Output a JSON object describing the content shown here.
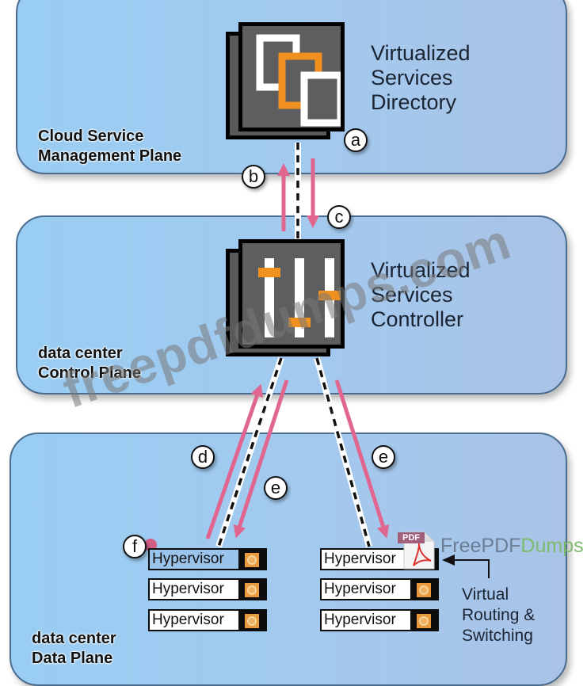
{
  "planes": {
    "management": {
      "label": "Cloud Service\nManagement Plane"
    },
    "control": {
      "label": "data center\nControl Plane"
    },
    "data": {
      "label": "data center\nData Plane"
    }
  },
  "devices": {
    "directory": {
      "label": "Virtualized\nServices\nDirectory",
      "icon": "stacked-documents-icon"
    },
    "controller": {
      "label": "Virtualized\nServices\nController",
      "icon": "sliders-icon"
    }
  },
  "callouts": {
    "a": "a",
    "b": "b",
    "c": "c",
    "d": "d",
    "e1": "e",
    "e2": "e",
    "f": "f"
  },
  "hypervisors": {
    "left": [
      {
        "label": "Hypervisor",
        "selected": true
      },
      {
        "label": "Hypervisor",
        "selected": false
      },
      {
        "label": "Hypervisor",
        "selected": false
      }
    ],
    "right": [
      {
        "label": "Hypervisor"
      },
      {
        "label": "Hypervisor"
      },
      {
        "label": "Hypervisor"
      }
    ],
    "icon": "gear-icon"
  },
  "vrs": {
    "label": "Virtual\nRouting &\nSwitching"
  },
  "watermarks": {
    "diagonal": "freepdfdumps.com",
    "brand_part1": "FreePDF",
    "brand_part2": "Dumps",
    "pdf_badge": "PDF"
  },
  "colors": {
    "plane_fill": "#9fcaf0",
    "plane_border": "#4a6d8f",
    "arrow_pink": "#e0668f",
    "accent_orange": "#f0901e",
    "device_gray": "#5e5e60",
    "brand_gray": "#6b7d95",
    "brand_green": "#7dbb6e"
  }
}
